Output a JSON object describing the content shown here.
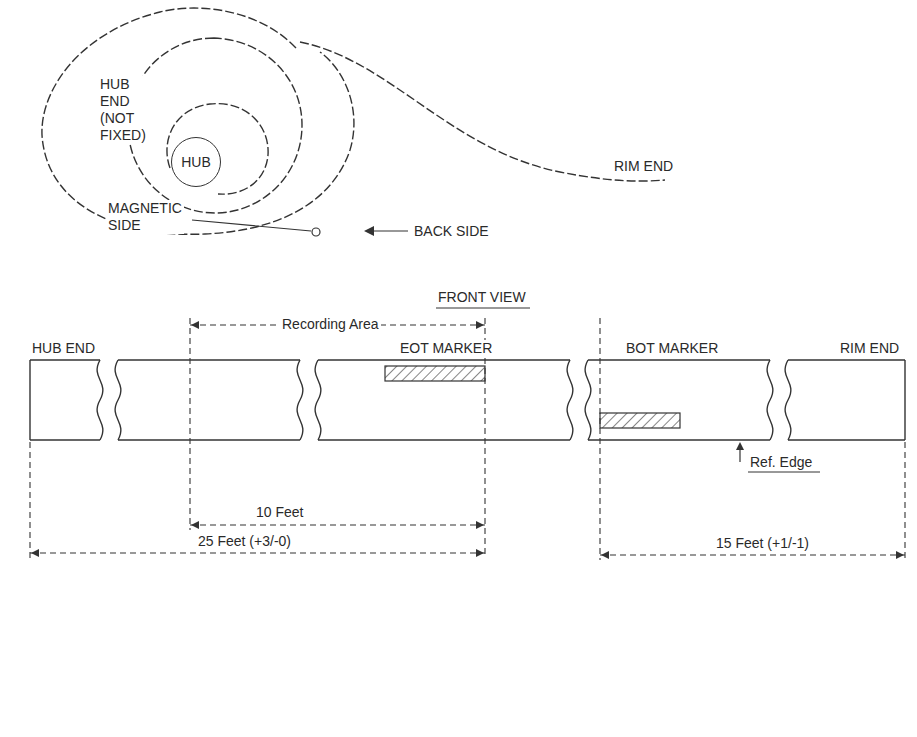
{
  "diagram": {
    "nodes": [
      {
        "text": [
          "HUB"
        ]
      }
    ],
    "labels": [
      "HUB END (NOT FIXED)",
      "RIM END",
      "MAGNETIC SIDE",
      "BACK SIDE",
      "FRONT VIEW",
      "Recording Area",
      "HUB END",
      "EOT MARKER",
      "BOT MARKER",
      "RIM END",
      "Ref. Edge",
      "10 Feet",
      "25 Feet (+3/-0)",
      "15 Feet (+1/-1)"
    ]
  }
}
